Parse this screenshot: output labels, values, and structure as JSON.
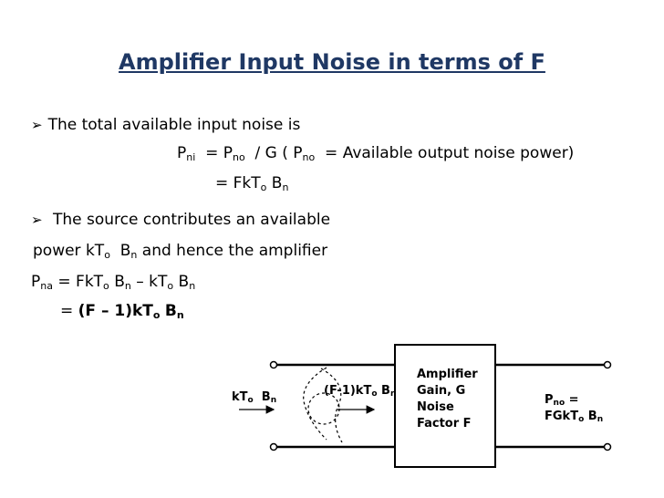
{
  "title": "Amplifier Input Noise in terms of F",
  "bullet_char": "➢",
  "line1": "The total available input noise is",
  "line2": {
    "p": "P",
    "ni": "ni",
    "eq": "= P",
    "no": "no",
    "rest": "/ G  ( P",
    "no2": "no",
    "tail": "= Available output noise power)"
  },
  "line3": {
    "a": "= FkT",
    "o": "o",
    "b": "B",
    "n": "n"
  },
  "line4": "The source contributes  an available",
  "line5": {
    "a": "power  kT",
    "o": "o",
    "b": "B",
    "n": "n",
    "c": "and hence the amplifier"
  },
  "line6": {
    "p": "P",
    "na": "na",
    "a": "= FkT",
    "o1": "o",
    "b1": "B",
    "n1": "n",
    "c": "– kT",
    "o2": "o",
    "b2": "B",
    "n2": "n"
  },
  "line7": {
    "eq": "=",
    "a": "(F – 1)kT",
    "o": "o",
    "b": "B",
    "n": "n"
  },
  "diagram": {
    "src_a": "kT",
    "src_o": "o",
    "src_b": "B",
    "src_n": "n",
    "amp_a": "(F-1)kT",
    "amp_o": "o",
    "amp_b": "B",
    "amp_n": "n",
    "box_lines": [
      "Amplifier",
      "Gain, G",
      "Noise",
      "Factor F"
    ],
    "out_p": "P",
    "out_no": "no",
    "out_eq": "=",
    "out_a": "FGkT",
    "out_o": "o",
    "out_b": "B",
    "out_n": "n"
  }
}
